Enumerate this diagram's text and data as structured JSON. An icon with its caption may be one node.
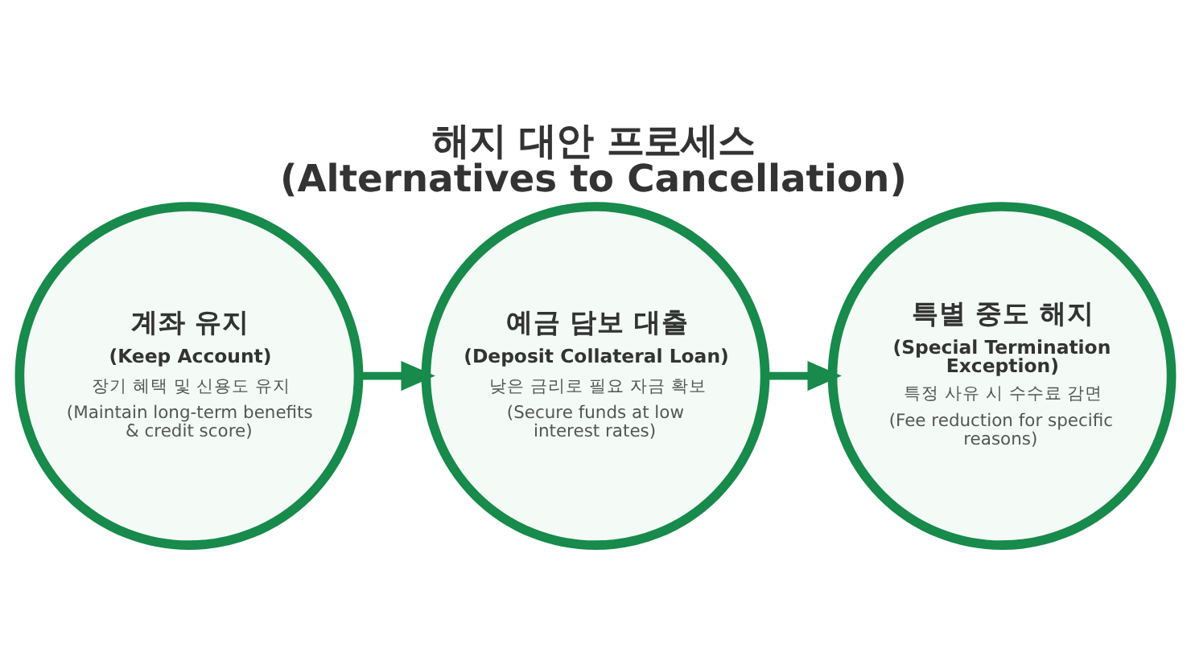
{
  "diagram": {
    "title": "해지 대안 프로세스 (Alternatives to Cancellation)",
    "nodes": [
      {
        "text": [
          "계좌 유지",
          "(Keep Account)",
          "장기 혜택 및 신용도 유지",
          "(Maintain long-term benefits & credit score)"
        ]
      },
      {
        "text": [
          "예금 담보 대출",
          "(Deposit Collateral Loan)",
          "낮은 금리로 필요 자금 확보",
          "(Secure funds at low interest rates)"
        ]
      },
      {
        "text": [
          "특별 중도 해지",
          "(Special Termination Exception)",
          "특정 사유 시 수수료 감면",
          "(Fee reduction for specific reasons)"
        ]
      }
    ],
    "edges": [
      {
        "from": 0,
        "to": 1,
        "arrow": "to"
      },
      {
        "from": 1,
        "to": 2,
        "arrow": "to"
      }
    ]
  }
}
